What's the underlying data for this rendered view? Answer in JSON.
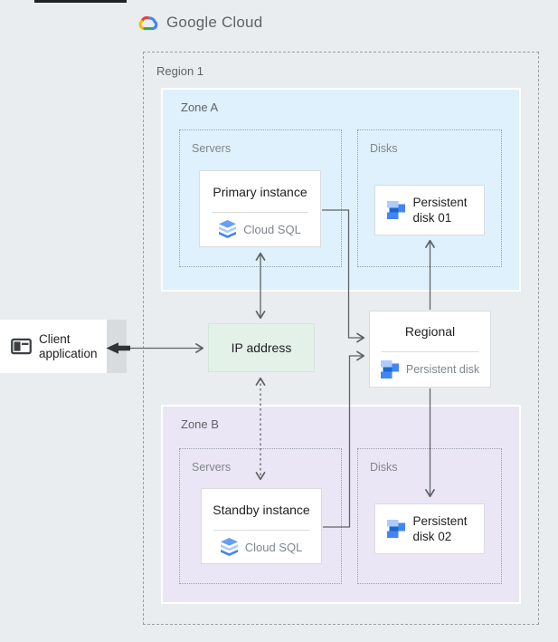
{
  "header": {
    "logo_text": "Google Cloud"
  },
  "region": {
    "label": "Region 1",
    "zone_a": {
      "label": "Zone A",
      "servers": {
        "label": "Servers",
        "card": {
          "title": "Primary instance",
          "product": "Cloud SQL",
          "icon": "cloud-sql-icon"
        }
      },
      "disks": {
        "label": "Disks",
        "card": {
          "title": "Persistent disk 01",
          "icon": "persistent-disk-icon"
        }
      }
    },
    "zone_b": {
      "label": "Zone B",
      "servers": {
        "label": "Servers",
        "card": {
          "title": "Standby instance",
          "product": "Cloud SQL",
          "icon": "cloud-sql-icon"
        }
      },
      "disks": {
        "label": "Disks",
        "card": {
          "title": "Persistent disk 02",
          "icon": "persistent-disk-icon"
        }
      }
    },
    "ip_address": {
      "label": "IP address"
    },
    "regional_disk": {
      "title": "Regional",
      "subtitle": "Persistent disk",
      "icon": "persistent-disk-icon"
    }
  },
  "client": {
    "label": "Client application",
    "icon": "client-application-icon"
  },
  "colors": {
    "background": "#e9edf0",
    "zone_a_fill": "#def1fc",
    "zone_b_fill": "#ebe6f5",
    "ip_fill": "#e3f1e8",
    "card_fill": "#ffffff",
    "card_border": "#dadce0",
    "dashed_border": "#9aa0a6",
    "arrow": "#5f6368",
    "client_arrow_bold": "#2f3337",
    "text_primary": "#202124",
    "text_secondary": "#5f6368",
    "text_muted": "#80868b",
    "google_blue": "#4285f4",
    "google_red": "#ea4335",
    "google_yellow": "#fbbc04",
    "google_green": "#34a853",
    "disk_light_blue": "#aecbfa",
    "disk_dark_blue": "#1967d2"
  }
}
